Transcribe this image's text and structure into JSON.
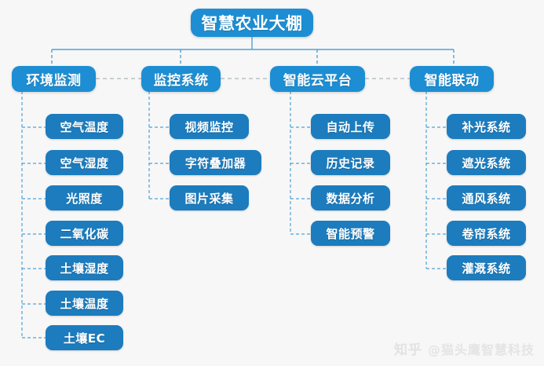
{
  "diagram": {
    "title": "智慧农业大棚",
    "root": {
      "label": "智慧农业大棚"
    },
    "branches": [
      {
        "label": "环境监测",
        "children": [
          {
            "label": "空气温度"
          },
          {
            "label": "空气湿度"
          },
          {
            "label": "光照度"
          },
          {
            "label": "二氧化碳"
          },
          {
            "label": "土壤湿度"
          },
          {
            "label": "土壤温度"
          },
          {
            "label": "土壤EC"
          }
        ]
      },
      {
        "label": "监控系统",
        "children": [
          {
            "label": "视频监控"
          },
          {
            "label": "字符叠加器"
          },
          {
            "label": "图片采集"
          }
        ]
      },
      {
        "label": "智能云平台",
        "children": [
          {
            "label": "自动上传"
          },
          {
            "label": "历史记录"
          },
          {
            "label": "数据分析"
          },
          {
            "label": "智能预警"
          }
        ]
      },
      {
        "label": "智能联动",
        "children": [
          {
            "label": "补光系统"
          },
          {
            "label": "遮光系统"
          },
          {
            "label": "通风系统"
          },
          {
            "label": "卷帘系统"
          },
          {
            "label": "灌溉系统"
          }
        ]
      }
    ]
  },
  "watermark": {
    "logo": "知乎",
    "handle": "@猫头鹰智慧科技"
  },
  "colors": {
    "background": "#f7f7f7",
    "root_box": "#1d8ed3",
    "level2_box": "#1d8ed3",
    "leaf_box": "#1c7cbe",
    "connector": "#4ea3d8",
    "text": "#ffffff",
    "watermark": "#e2e2e2"
  }
}
